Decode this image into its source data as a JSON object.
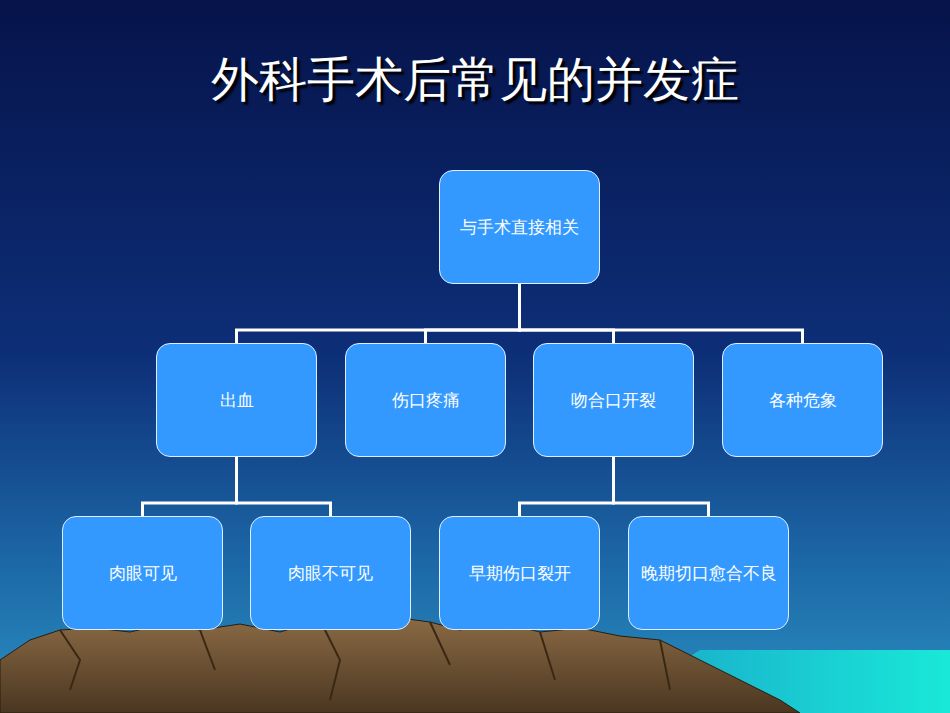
{
  "diagram": {
    "title": "外科手术后常见的并发症",
    "nodes": [
      {
        "text": [
          "与手术直接相关"
        ]
      },
      {
        "text": [
          "出血"
        ]
      },
      {
        "text": [
          "伤口疼痛"
        ]
      },
      {
        "text": [
          "吻合口开裂"
        ]
      },
      {
        "text": [
          "各种危象"
        ]
      },
      {
        "text": [
          "肉眼可见"
        ]
      },
      {
        "text": [
          "肉眼不可见"
        ]
      },
      {
        "text": [
          "早期伤口裂开"
        ]
      },
      {
        "text": [
          "晚期切口愈合不良"
        ]
      }
    ],
    "edges": [
      {
        "from": 0,
        "to": 1,
        "arrow": "none"
      },
      {
        "from": 0,
        "to": 2,
        "arrow": "none"
      },
      {
        "from": 0,
        "to": 3,
        "arrow": "none"
      },
      {
        "from": 0,
        "to": 4,
        "arrow": "none"
      },
      {
        "from": 1,
        "to": 5,
        "arrow": "none"
      },
      {
        "from": 1,
        "to": 6,
        "arrow": "none"
      },
      {
        "from": 3,
        "to": 7,
        "arrow": "none"
      },
      {
        "from": 3,
        "to": 8,
        "arrow": "none"
      }
    ]
  }
}
